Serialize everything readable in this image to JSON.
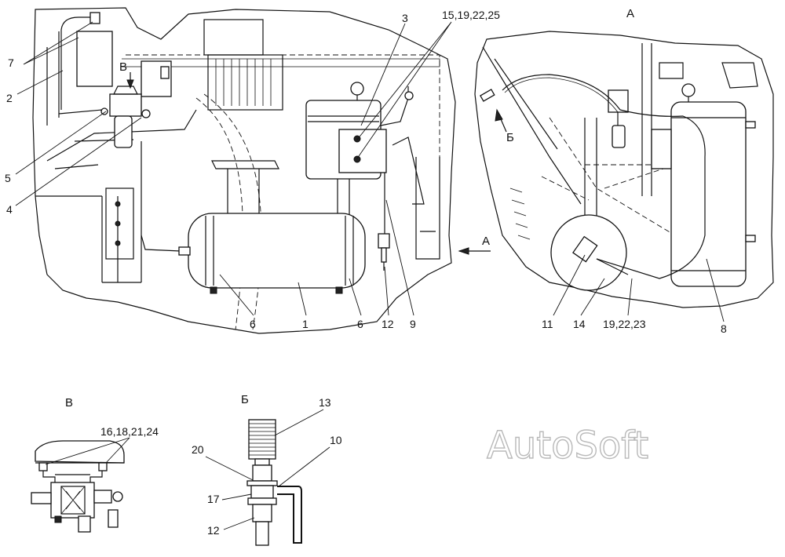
{
  "views": {
    "main_view_arrow": "А",
    "view_a_title": "А",
    "view_b_title": "Б",
    "view_v_title": "В",
    "view_b_arrow": "Б",
    "view_v_arrow": "В"
  },
  "callouts": {
    "c1": "1",
    "c2": "2",
    "c3": "3",
    "c4": "4",
    "c5": "5",
    "c6a": "6",
    "c6b": "6",
    "c7": "7",
    "c8": "8",
    "c9": "9",
    "c10": "10",
    "c11": "11",
    "c12a": "12",
    "c12b": "12",
    "c13": "13",
    "c14": "14",
    "c15": "15,19,22,25",
    "c16": "16,18,21,24",
    "c17": "17",
    "c19": "19,22,23",
    "c20": "20"
  },
  "watermark": "AutoSoft"
}
